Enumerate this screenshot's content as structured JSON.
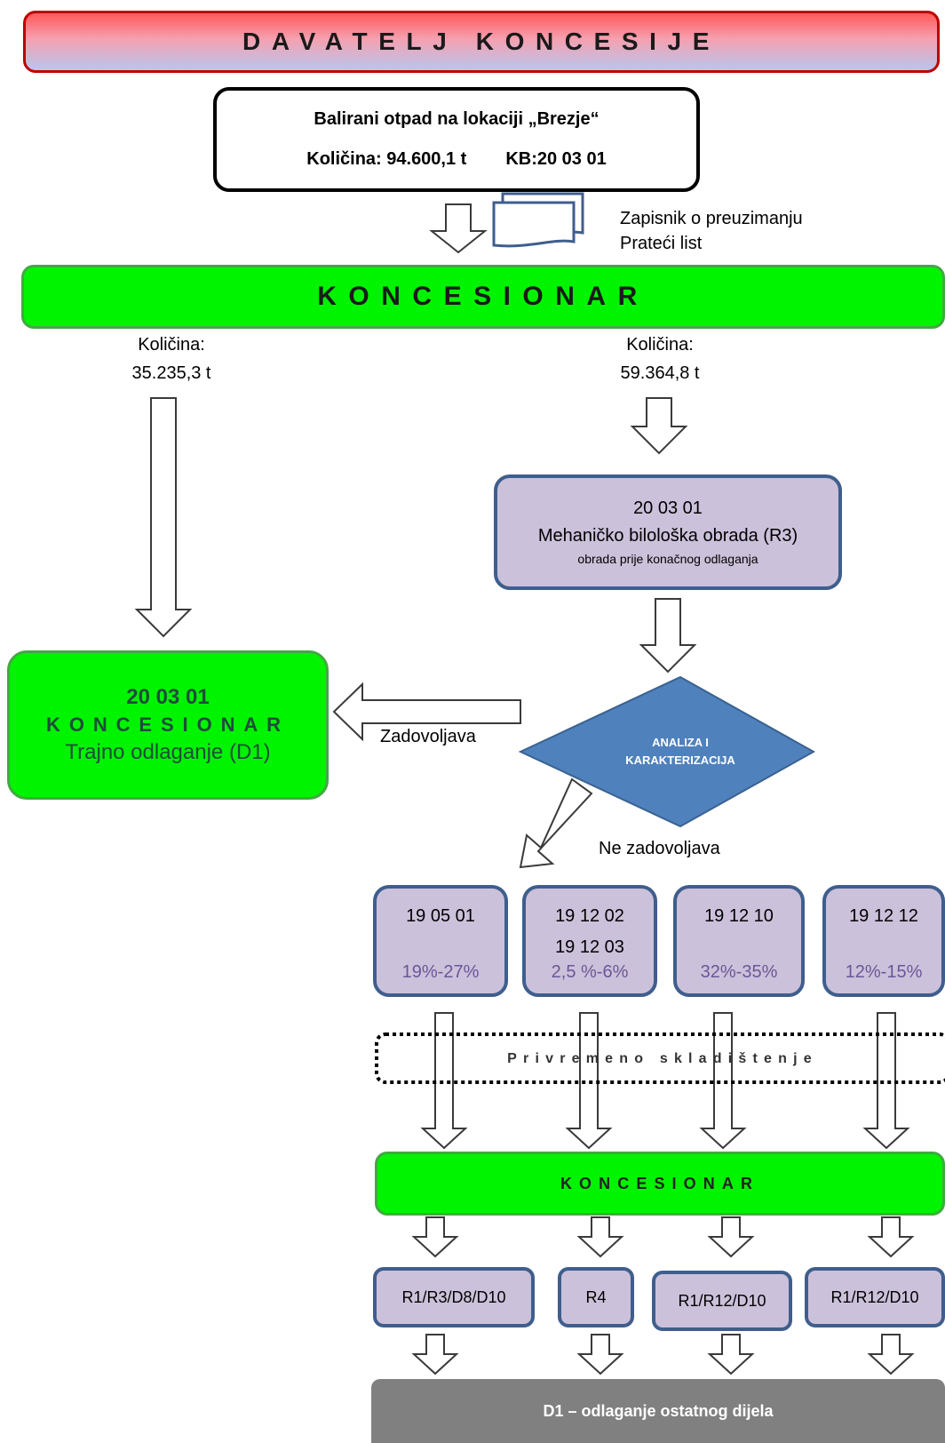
{
  "header": {
    "title": "DAVATELJ KONCESIJE"
  },
  "source_box": {
    "line1": "Balirani otpad na lokaciji „Brezje“",
    "quantity": "Količina: 94.600,1 t",
    "code": "KB:20 03 01"
  },
  "documents": {
    "line1": "Zapisnik o preuzimanju",
    "line2": "Prateći list"
  },
  "concessionaire_bar": {
    "title": "KONCESIONAR"
  },
  "left_branch": {
    "label": "Količina:",
    "value": "35.235,3 t"
  },
  "right_branch": {
    "label": "Količina:",
    "value": "59.364,8 t"
  },
  "mbt_box": {
    "code": "20 03 01",
    "title": "Mehaničko bilološka obrada (R3)",
    "subtitle": "obrada prije konačnog odlaganja"
  },
  "disposal_box": {
    "code": "20 03 01",
    "owner": "KONCESIONAR",
    "action": "Trajno odlaganje (D1)"
  },
  "decision": {
    "line1": "ANALIZA I",
    "line2": "KARAKTERIZACIJA",
    "yes_label": "Zadovoljava",
    "no_label": "Ne zadovoljava"
  },
  "fractions": [
    {
      "code1": "19 05 01",
      "code2": "",
      "share": "19%-27%"
    },
    {
      "code1": "19 12 02",
      "code2": "19 12 03",
      "share": "2,5 %-6%"
    },
    {
      "code1": "19 12 10",
      "code2": "",
      "share": "32%-35%"
    },
    {
      "code1": "19 12 12",
      "code2": "",
      "share": "12%-15%"
    }
  ],
  "storage": {
    "label": "Privremeno skladištenje"
  },
  "concessionaire_bar2": {
    "title": "KONCESIONAR"
  },
  "operations": [
    "R1/R3/D8/D10",
    "R4",
    "R1/R12/D10",
    "R1/R12/D10"
  ],
  "final_bar": {
    "label": "D1 – odlaganje ostatnog dijela"
  },
  "colors": {
    "header_red": "#c00000",
    "green": "#00f400",
    "lavender": "#ccc1da",
    "diamond": "#4f81bd",
    "final_gray": "#7f7f7f"
  }
}
